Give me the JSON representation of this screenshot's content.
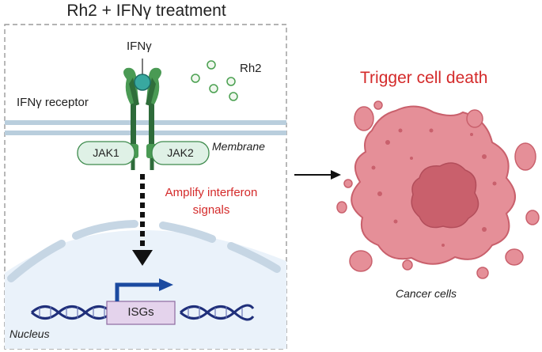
{
  "title": "Rh2 + IFNγ treatment",
  "labels": {
    "ifng": "IFNγ",
    "rh2": "Rh2",
    "receptor": "IFNγ receptor",
    "jak1": "JAK1",
    "jak2": "JAK2",
    "membrane": "Membrane",
    "amplify_line1": "Amplify interferon",
    "amplify_line2": "signals",
    "isgs": "ISGs",
    "nucleus": "Nucleus",
    "trigger": "Trigger cell death",
    "cancer": "Cancer cells"
  },
  "colors": {
    "accent_red": "#d42a2a",
    "receptor_green": "#3f8a4a",
    "jak_fill": "#dff1e6",
    "nucleus_blue": "#eaf2fa",
    "cell_pink": "#e58f98",
    "nucleus_dark": "#c9606c",
    "dna_blue": "#1f2f7a",
    "isg_box": "#e4d3ec"
  }
}
